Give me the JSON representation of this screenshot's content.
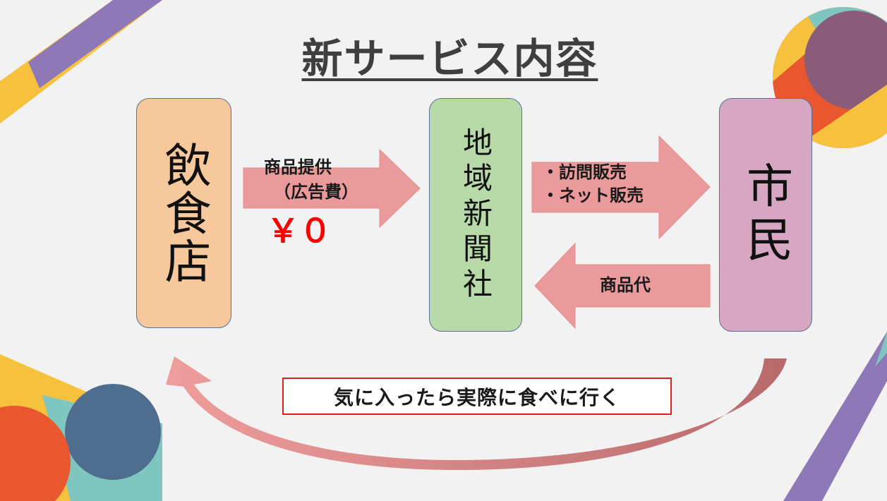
{
  "title": "新サービス内容",
  "boxes": {
    "restaurant": "飲食店",
    "newspaper": "地域新聞社",
    "citizens": "市民"
  },
  "arrows": {
    "product_offer_line1": "商品提供",
    "product_offer_line2": "（広告費）",
    "price": "￥０",
    "sales_line1": "・訪問販売",
    "sales_line2": "・ネット販売",
    "payment": "商品代"
  },
  "note": "気に入ったら実際に食べに行く",
  "colors": {
    "background": "#f2f2f2",
    "restaurant_box": "#f7c89b",
    "newspaper_box": "#b8d9a8",
    "citizens_box": "#d6a6c2",
    "arrow_fill": "#ea9a9a",
    "price_text": "#ff0000",
    "note_border": "#e02020"
  }
}
